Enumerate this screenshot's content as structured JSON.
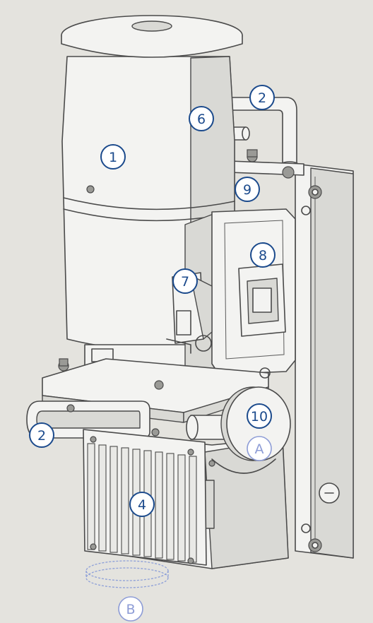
{
  "callouts": [
    {
      "id": "1",
      "label": "1",
      "style": "primary"
    },
    {
      "id": "2a",
      "label": "2",
      "style": "primary"
    },
    {
      "id": "6",
      "label": "6",
      "style": "primary"
    },
    {
      "id": "9",
      "label": "9",
      "style": "primary"
    },
    {
      "id": "8",
      "label": "8",
      "style": "primary"
    },
    {
      "id": "7",
      "label": "7",
      "style": "primary"
    },
    {
      "id": "10",
      "label": "10",
      "style": "primary"
    },
    {
      "id": "A",
      "label": "A",
      "style": "secondary"
    },
    {
      "id": "2b",
      "label": "2",
      "style": "primary"
    },
    {
      "id": "4",
      "label": "4",
      "style": "primary"
    },
    {
      "id": "B",
      "label": "B",
      "style": "secondary"
    }
  ],
  "colors": {
    "background": "#e4e3de",
    "callout_primary": "#1b4a8c",
    "callout_secondary": "#8d9cd6",
    "line": "#4a4a4a"
  }
}
